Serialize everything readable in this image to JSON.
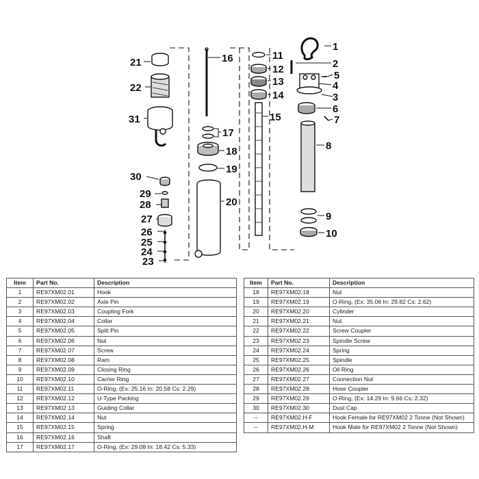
{
  "callouts": [
    "1",
    "2",
    "3",
    "4",
    "5",
    "6",
    "7",
    "8",
    "9",
    "10",
    "11",
    "12",
    "13",
    "14",
    "15",
    "16",
    "17",
    "18",
    "19",
    "20",
    "21",
    "22",
    "23",
    "24",
    "25",
    "26",
    "27",
    "28",
    "29",
    "30",
    "31"
  ],
  "table_headers": {
    "item": "Item",
    "part_no": "Part No.",
    "description": "Description"
  },
  "parts_left": [
    {
      "item": "1",
      "part_no": "RE97XM02.01",
      "description": "Hook"
    },
    {
      "item": "2",
      "part_no": "RE97XM02.02",
      "description": "Axle Pin"
    },
    {
      "item": "3",
      "part_no": "RE97XM02.03",
      "description": "Coupling Fork"
    },
    {
      "item": "4",
      "part_no": "RE97XM02.04",
      "description": "Collar"
    },
    {
      "item": "5",
      "part_no": "RE97XM02.05",
      "description": "Split Pin"
    },
    {
      "item": "6",
      "part_no": "RE97XM02.06",
      "description": "Nut"
    },
    {
      "item": "7",
      "part_no": "RE97XM02.07",
      "description": "Screw"
    },
    {
      "item": "8",
      "part_no": "RE97XM02.08",
      "description": "Ram"
    },
    {
      "item": "9",
      "part_no": "RE97XM02.09",
      "description": "Closing Ring"
    },
    {
      "item": "10",
      "part_no": "RE97XM02.10",
      "description": "Carrier Ring"
    },
    {
      "item": "11",
      "part_no": "RE97XM02.11",
      "description": "O-Ring, (Ex: 25.16 In: 20.58 Cs: 2.29)"
    },
    {
      "item": "12",
      "part_no": "RE97XM02.12",
      "description": "U-Type Packing"
    },
    {
      "item": "13",
      "part_no": "RE97XM02.13",
      "description": "Guiding Collar"
    },
    {
      "item": "14",
      "part_no": "RE97XM02.14",
      "description": "Nut"
    },
    {
      "item": "15",
      "part_no": "RE97XM02.15",
      "description": "Spring"
    },
    {
      "item": "16",
      "part_no": "RE97XM02.16",
      "description": "Shaft"
    },
    {
      "item": "17",
      "part_no": "RE97XM02.17",
      "description": "O-Ring, (Ex: 29.08 In: 18.42 Cs: 5.33)"
    }
  ],
  "parts_right": [
    {
      "item": "18",
      "part_no": "RE97XM02.18",
      "description": "Nut"
    },
    {
      "item": "19",
      "part_no": "RE97XM02.19",
      "description": "O-Ring, (Ex: 35.06 In: 29.82 Cs: 2.62)"
    },
    {
      "item": "20",
      "part_no": "RE97XM02.20",
      "description": "Cylinder"
    },
    {
      "item": "21",
      "part_no": "RE97XM02.21",
      "description": "Nut"
    },
    {
      "item": "22",
      "part_no": "RE97XM02.22",
      "description": "Screw Coupler"
    },
    {
      "item": "23",
      "part_no": "RE97XM02.23",
      "description": "Spindle Screw"
    },
    {
      "item": "24",
      "part_no": "RE97XM02.24",
      "description": "Spring"
    },
    {
      "item": "25",
      "part_no": "RE97XM02.25",
      "description": "Spindle"
    },
    {
      "item": "26",
      "part_no": "RE97XM02.26",
      "description": "Oil Ring"
    },
    {
      "item": "27",
      "part_no": "RE97XM02.27",
      "description": "Connection Nut"
    },
    {
      "item": "28",
      "part_no": "RE97XM02.28",
      "description": "Hose Coupler"
    },
    {
      "item": "29",
      "part_no": "RE97XM02.29",
      "description": "O-Ring, (Ex: 14.29 In: 9.66 Cs: 2.32)"
    },
    {
      "item": "30",
      "part_no": "RE97XM02.30",
      "description": "Dust Cap"
    },
    {
      "item": "--",
      "part_no": "RE97XM02.H-F",
      "description": "Hook Female for RE97XM02 2 Tonne (Not Shown)"
    },
    {
      "item": "--",
      "part_no": "RE97XM02.H-M",
      "description": "Hook Male for RE97XM02 2 Tonne (Not Shown)"
    }
  ]
}
